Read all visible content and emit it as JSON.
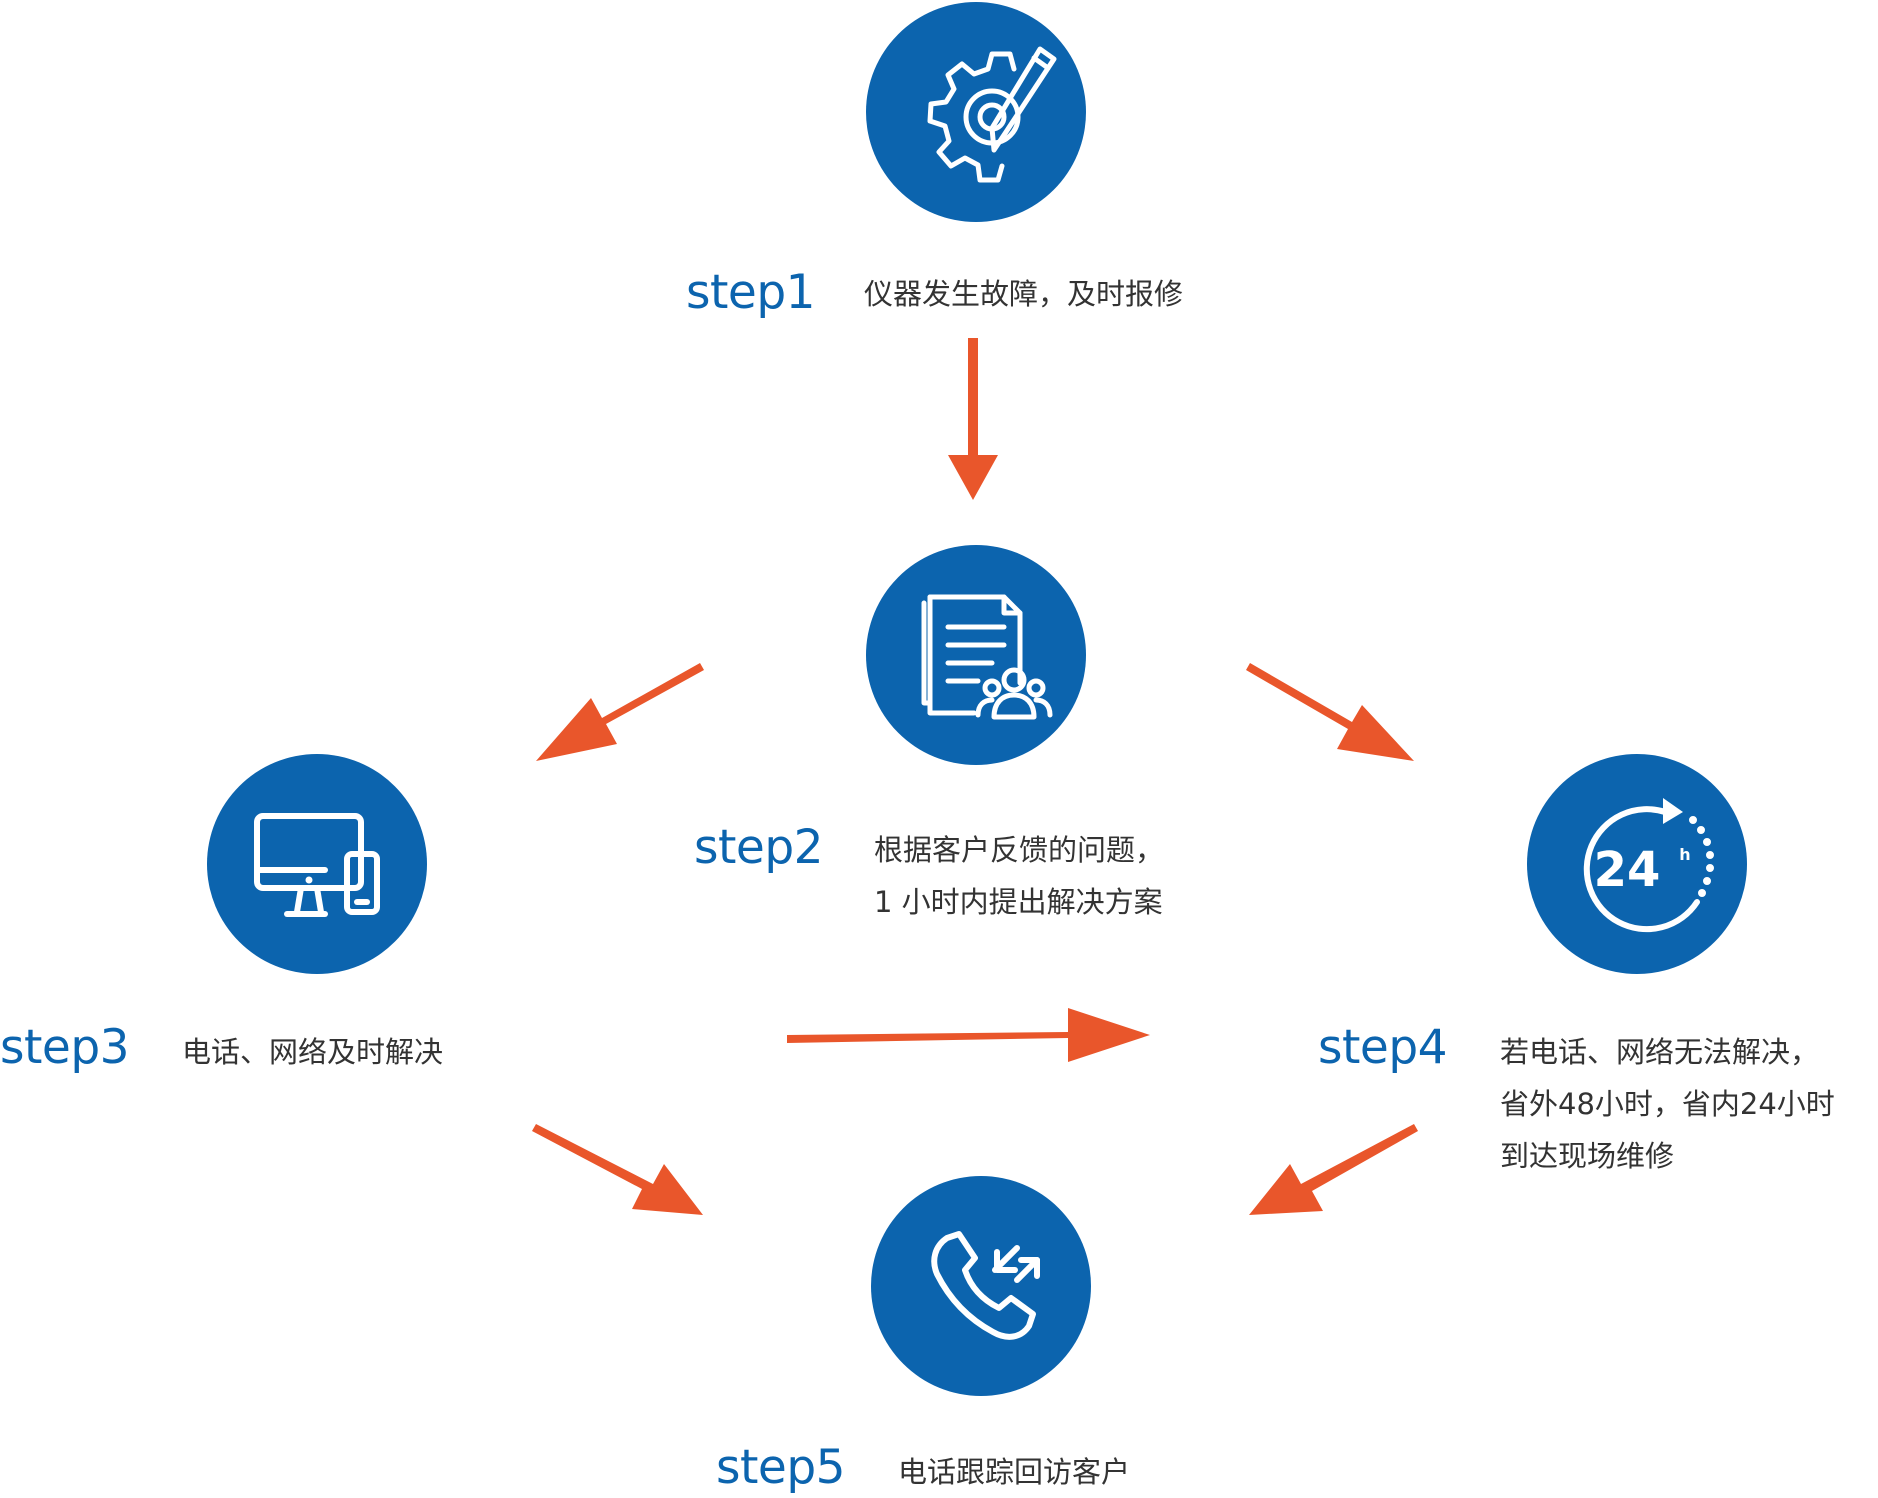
{
  "colors": {
    "node_fill": "#0c64ae",
    "icon_stroke": "#ffffff",
    "label": "#0c64ae",
    "text": "#333333",
    "arrow": "#e9562b"
  },
  "steps": [
    {
      "label": "step1",
      "icon": "gear-pencil-icon",
      "lines": [
        "仪器发生故障，及时报修"
      ]
    },
    {
      "label": "step2",
      "icon": "documents-users-icon",
      "lines": [
        "根据客户反馈的问题，",
        " 1 小时内提出解决方案"
      ]
    },
    {
      "label": "step3",
      "icon": "monitor-phone-icon",
      "lines": [
        "电话、网络及时解决"
      ]
    },
    {
      "label": "step4",
      "icon": "24-hours-icon",
      "icon_text": "24",
      "icon_sub": "h",
      "lines": [
        "若电话、网络无法解决，",
        "省外48小时，省内24小时",
        "到达现场维修"
      ]
    },
    {
      "label": "step5",
      "icon": "phone-call-icon",
      "lines": [
        "电话跟踪回访客户"
      ]
    }
  ],
  "connections": [
    {
      "from": "step1",
      "to": "step2"
    },
    {
      "from": "step2",
      "to": "step3"
    },
    {
      "from": "step2",
      "to": "step4"
    },
    {
      "from": "step3",
      "to": "step4"
    },
    {
      "from": "step3",
      "to": "step5"
    },
    {
      "from": "step4",
      "to": "step5"
    }
  ]
}
